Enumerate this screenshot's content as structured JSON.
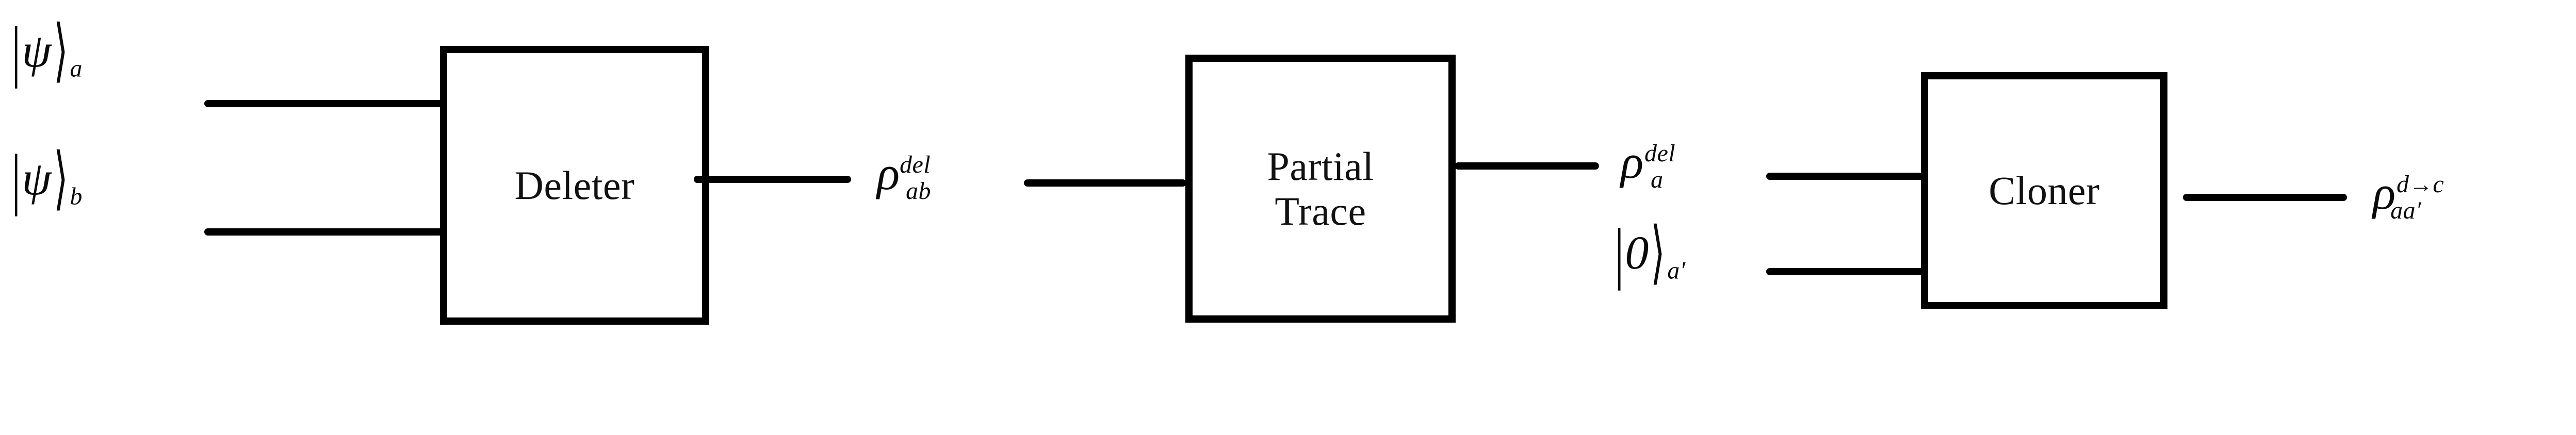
{
  "diagram": {
    "title": "Quantum deleter - partial trace - cloner circuit",
    "type": "block-flow-diagram",
    "background_color": "#ffffff",
    "line_color": "#000000",
    "text_color": "#0a0a0a"
  },
  "inputs": [
    {
      "id": "psi-a",
      "bar": "|",
      "symbol": "ψ",
      "ket": "⟩",
      "subscript": "a",
      "plain": "|ψ⟩a"
    },
    {
      "id": "psi-b",
      "bar": "|",
      "symbol": "ψ",
      "ket": "⟩",
      "subscript": "b",
      "plain": "|ψ⟩b"
    }
  ],
  "boxes": [
    {
      "id": "deleter",
      "label": "Deleter"
    },
    {
      "id": "partial-trace",
      "label": "Partial\nTrace"
    },
    {
      "id": "cloner",
      "label": "Cloner"
    }
  ],
  "signals": [
    {
      "id": "rho-del-ab",
      "symbol": "ρ",
      "superscript": "del",
      "subscript": "ab",
      "plain": "ρ^{del}_{ab}"
    },
    {
      "id": "rho-del-a",
      "symbol": "ρ",
      "superscript": "del",
      "subscript": "a",
      "plain": "ρ^{del}_{a}"
    },
    {
      "id": "ket-zero-aprime",
      "bar": "|",
      "symbol": "0",
      "ket": "⟩",
      "subscript": "a′",
      "plain": "|0⟩a′"
    },
    {
      "id": "rho-dc-aaprime",
      "symbol": "ρ",
      "superscript_left": "d",
      "superscript_arrow": "→",
      "superscript_right": "c",
      "subscript": "aa′",
      "plain": "ρ^{d→c}_{aa′}"
    }
  ],
  "wires": [
    {
      "id": "wire-psi-a-to-deleter"
    },
    {
      "id": "wire-psi-b-to-deleter"
    },
    {
      "id": "wire-deleter-to-rho-del-ab"
    },
    {
      "id": "wire-rho-del-ab-to-partial-trace"
    },
    {
      "id": "wire-partial-trace-to-rho-del-a"
    },
    {
      "id": "wire-rho-del-a-to-cloner"
    },
    {
      "id": "wire-ket-zero-to-cloner"
    },
    {
      "id": "wire-cloner-to-rho-dc"
    }
  ]
}
